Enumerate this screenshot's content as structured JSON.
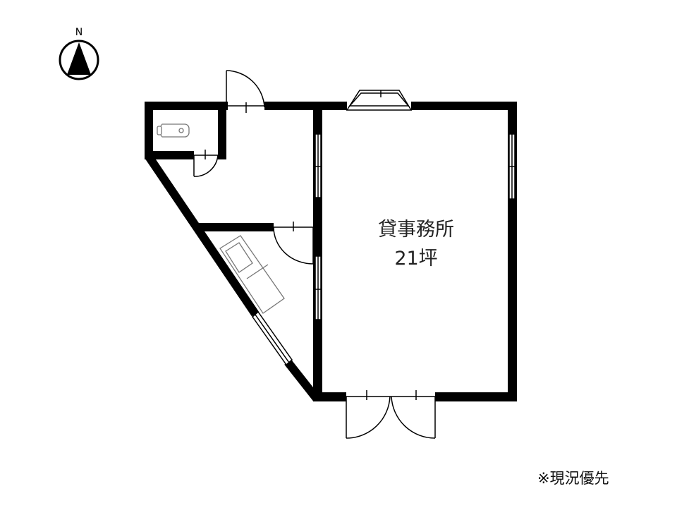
{
  "compass": {
    "north_label": "N",
    "icon": "north-arrow-icon"
  },
  "room": {
    "name": "貸事務所",
    "area": "21坪"
  },
  "footnote": "※現況優先"
}
